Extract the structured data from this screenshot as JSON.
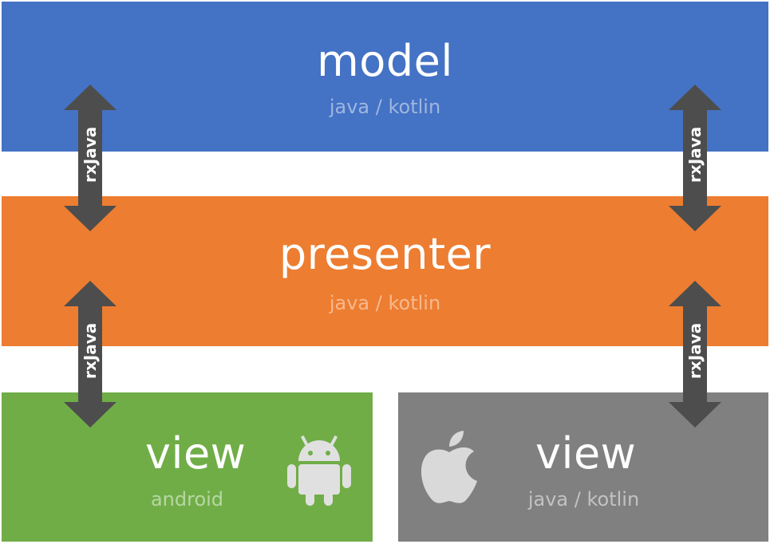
{
  "layers": {
    "model": {
      "title": "model",
      "subtitle": "java / kotlin"
    },
    "presenter": {
      "title": "presenter",
      "subtitle": "java / kotlin"
    },
    "view_android": {
      "title": "view",
      "subtitle": "android"
    },
    "view_ios": {
      "title": "view",
      "subtitle": "java / kotlin"
    }
  },
  "connectors": {
    "model_presenter_left": "rxJava",
    "model_presenter_right": "rxJava",
    "presenter_view_left": "rxJava",
    "presenter_view_right": "rxJava"
  },
  "icons": {
    "android": "android-robot-icon",
    "apple": "apple-logo-icon"
  },
  "colors": {
    "model": "#4472c4",
    "presenter": "#ed7d31",
    "view_android": "#70ad47",
    "view_ios": "#808080",
    "arrow": "#4d4d4d"
  }
}
